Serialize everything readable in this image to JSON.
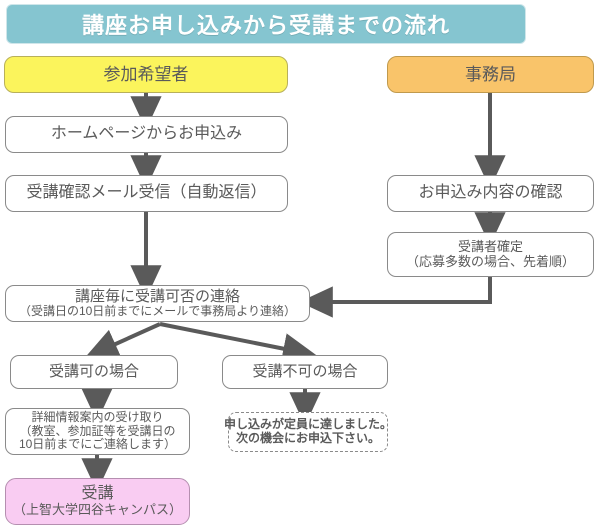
{
  "diagram": {
    "title": "講座お申し込みから受講までの流れ",
    "colors": {
      "title_bar": "#85c5d0",
      "applicant_lane": "#fbf45c",
      "office_lane": "#f9c46a",
      "attend_box": "#f9ccf2",
      "border": "#8a8a8a",
      "arrow": "#5a5a5a",
      "text": "#5a5a5a"
    },
    "lanes": {
      "applicant": "参加希望者",
      "office": "事務局"
    },
    "nodes": {
      "apply_web": "ホームページからお申込み",
      "confirm_mail": "受講確認メール受信（自動返信）",
      "check_content": "お申込み内容の確認",
      "fix_students_line1": "受講者確定",
      "fix_students_line2": "（応募多数の場合、先着順）",
      "notice_line1": "講座毎に受講可否の連絡",
      "notice_line2": "（受講日の10日前までにメールで事務局より連絡）",
      "branch_ok": "受講可の場合",
      "branch_ng": "受講不可の場合",
      "detail_line1": "詳細情報案内の受け取り",
      "detail_line2": "（教室、参加証等を受講日の",
      "detail_line3": "10日前までにご連絡します）",
      "full_line1": "申し込みが定員に達しました。",
      "full_line2": "次の機会にお申込下さい。",
      "attend_line1": "受講",
      "attend_line2": "（上智大学四谷キャンパス）"
    }
  }
}
